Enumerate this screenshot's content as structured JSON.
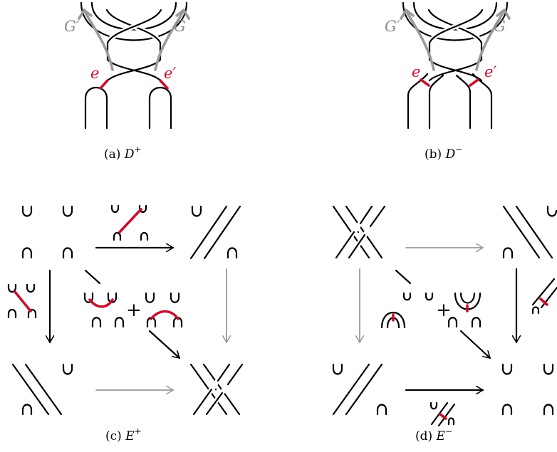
{
  "panels": {
    "a": {
      "caption_prefix": "(a) ",
      "caption_sym": "D",
      "caption_sup": "+",
      "label_g_left": "G",
      "label_g_left_prime": "′",
      "label_g_right": "G",
      "label_e_left": "e",
      "label_e_right": "e",
      "label_e_right_prime": "′"
    },
    "b": {
      "caption_prefix": "(b) ",
      "caption_sym": "D",
      "caption_sup": "−",
      "label_g_left": "G",
      "label_g_left_prime": "′",
      "label_g_right": "G",
      "label_e_left": "e",
      "label_e_right": "e",
      "label_e_right_prime": "′"
    },
    "c": {
      "caption_prefix": "(c) ",
      "caption_sym": "E",
      "caption_sup": "+",
      "plus": "+"
    },
    "d": {
      "caption_prefix": "(d) ",
      "caption_sym": "E",
      "caption_sup": "−",
      "plus": "+"
    }
  },
  "colors": {
    "strand": "#000000",
    "edge": "#c8102e",
    "gray": "#9a9a9a"
  }
}
